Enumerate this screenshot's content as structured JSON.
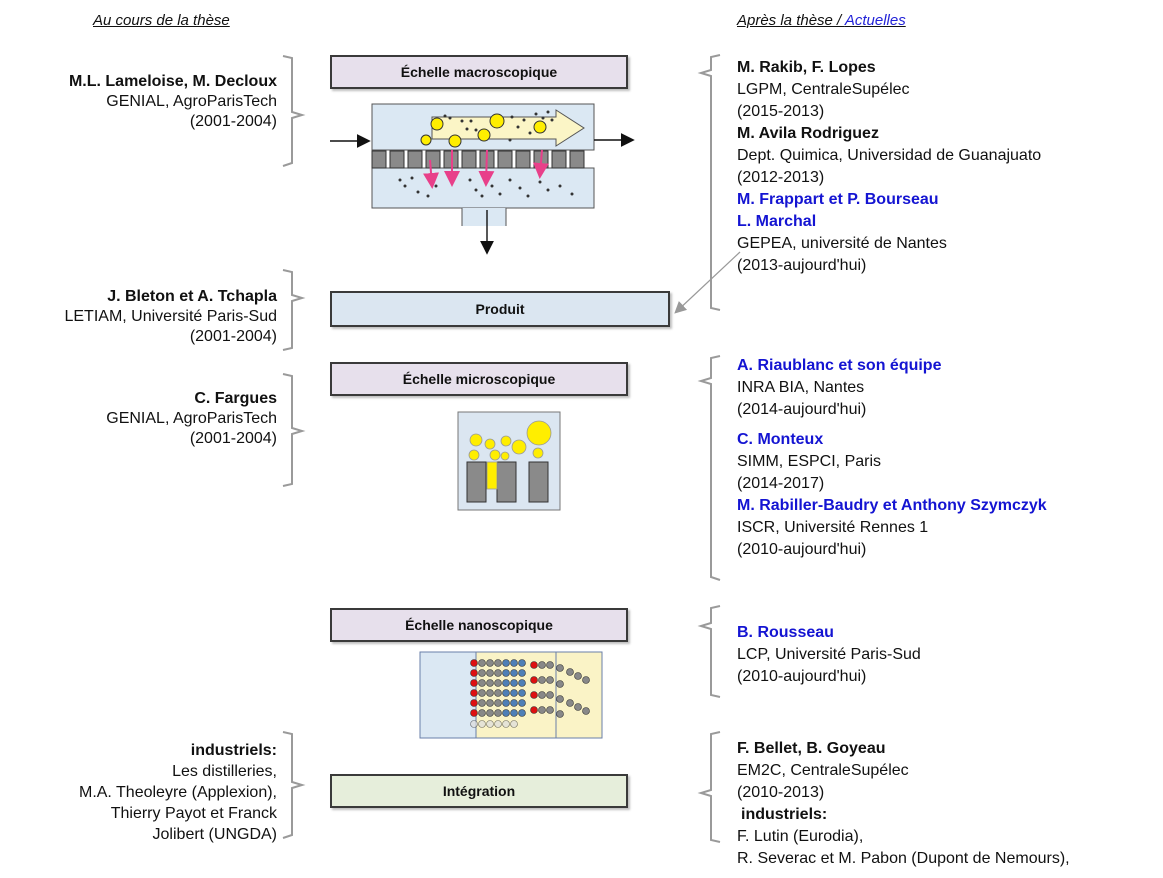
{
  "headers": {
    "left": "Au cours de la thèse",
    "right_prefix": "Après la thèse / ",
    "right_link": "Actuelles"
  },
  "boxes": {
    "macro": "Échelle macroscopique",
    "produit": "Produit",
    "micro": "Échelle microscopique",
    "nano": "Échelle nanoscopique",
    "integration": "Intégration"
  },
  "left_groups": {
    "g1": {
      "name": "M.L. Lameloise, M. Decloux",
      "affil": "GENIAL, AgroParisTech",
      "years": "(2001-2004)"
    },
    "g2": {
      "name": "J. Bleton et A. Tchapla",
      "affil": "LETIAM, Université Paris-Sud",
      "years": "(2001-2004)"
    },
    "g3": {
      "name": "C. Fargues",
      "affil": "GENIAL, AgroParisTech",
      "years": "(2001-2004)"
    },
    "g4": {
      "name": "industriels:",
      "l1": "Les distilleries,",
      "l2": "M.A. Theoleyre (Applexion),",
      "l3": "Thierry Payot et Franck",
      "l4": "Jolibert (UNGDA)"
    }
  },
  "right_groups": {
    "macro": {
      "n1": "M. Rakib, F. Lopes",
      "a1": "LGPM, CentraleSupélec",
      "y1": "(2015-2013)",
      "n2": "M. Avila Rodriguez",
      "a2": "Dept. Quimica, Universidad de Guanajuato",
      "y2": "(2012-2013)",
      "n3": "M. Frappart et P. Bourseau",
      "n4": "L. Marchal",
      "a3": "GEPEA, université de Nantes",
      "y3": "(2013-aujourd'hui)"
    },
    "micro": {
      "n1": "A. Riaublanc et son équipe",
      "a1": "INRA BIA, Nantes",
      "y1": "(2014-aujourd'hui)",
      "n2": "C. Monteux",
      "a2": "SIMM, ESPCI, Paris",
      "y2": "(2014-2017)",
      "n3": "M. Rabiller-Baudry et Anthony Szymczyk",
      "a3": "ISCR, Université Rennes 1",
      "y3": "(2010-aujourd'hui)"
    },
    "nano": {
      "n1": "B. Rousseau",
      "a1": "LCP, Université Paris-Sud",
      "y1": "(2010-aujourd'hui)"
    },
    "integration": {
      "n1": "F. Bellet, B. Goyeau",
      "a1": "EM2C, CentraleSupélec",
      "y1": "(2010-2013)",
      "n2": "industriels:",
      "l1": "F. Lutin (Eurodia),",
      "l2": "R. Severac et M. Pabon (Dupont de Nemours),"
    }
  },
  "colors": {
    "blue_names": "#1414d2",
    "membrane": "#8a8a8a",
    "particle": "#ffee00",
    "arrow_pink": "#e8408a"
  }
}
